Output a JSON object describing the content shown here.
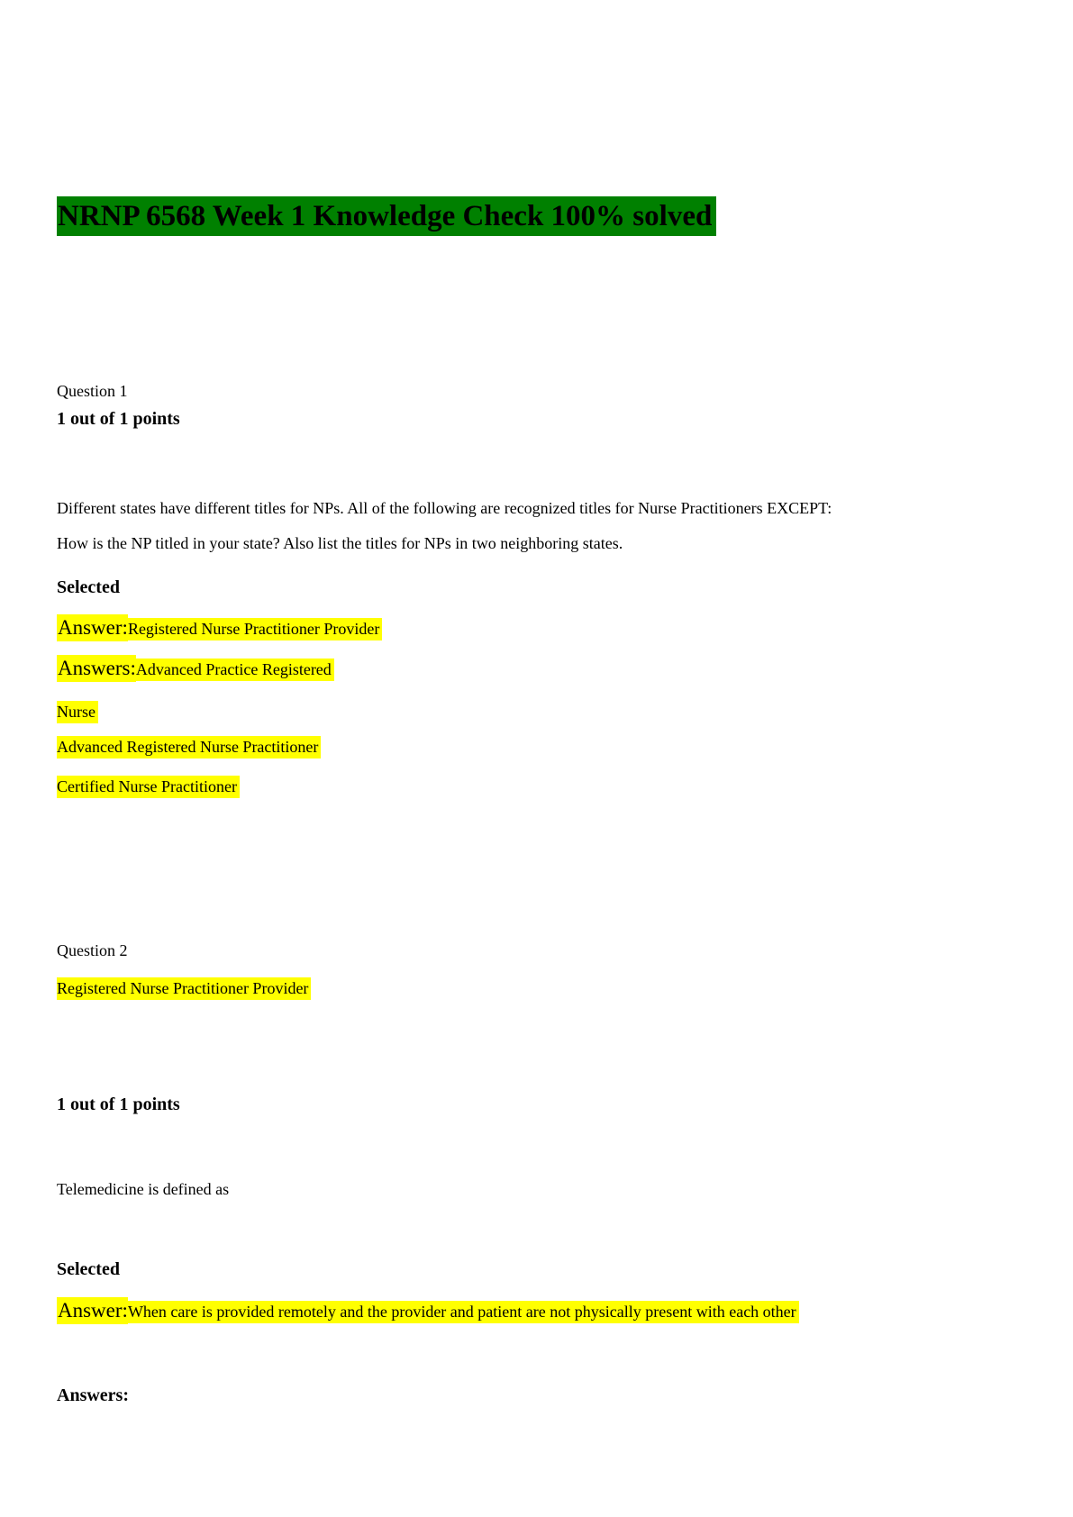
{
  "colors": {
    "title_highlight": "#008000",
    "answer_highlight": "#ffff00",
    "text": "#000000"
  },
  "title": "NRNP 6568 Week 1 Knowledge Check 100% solved",
  "question1": {
    "label": "Question 1",
    "points": "1 out of 1 points",
    "prompt_line1": "Different states have different titles for NPs. All of the following are recognized titles for Nurse Practitioners EXCEPT:",
    "prompt_line2": "How is the NP titled in your state? Also list the titles for NPs in two neighboring states.",
    "selected_heading": "Selected",
    "selected_answer_prefix": "Answer:",
    "selected_answer": "Registered Nurse Practitioner Provider",
    "answers_prefix": "Answers:",
    "answers_first_line": "Advanced Practice Registered",
    "answers_first_cont": "Nurse",
    "answers_option2": "Advanced Registered Nurse Practitioner",
    "answers_option3": "Certified Nurse Practitioner"
  },
  "question2": {
    "label": "Question 2",
    "carryover_answer": "Registered Nurse Practitioner Provider",
    "points": "1 out of 1 points",
    "prompt": "Telemedicine is defined as",
    "selected_heading": "Selected",
    "selected_answer_prefix": "Answer:",
    "selected_answer": "When care is provided remotely and the provider and patient are not physically present with each other",
    "answers_heading": "Answers:"
  }
}
